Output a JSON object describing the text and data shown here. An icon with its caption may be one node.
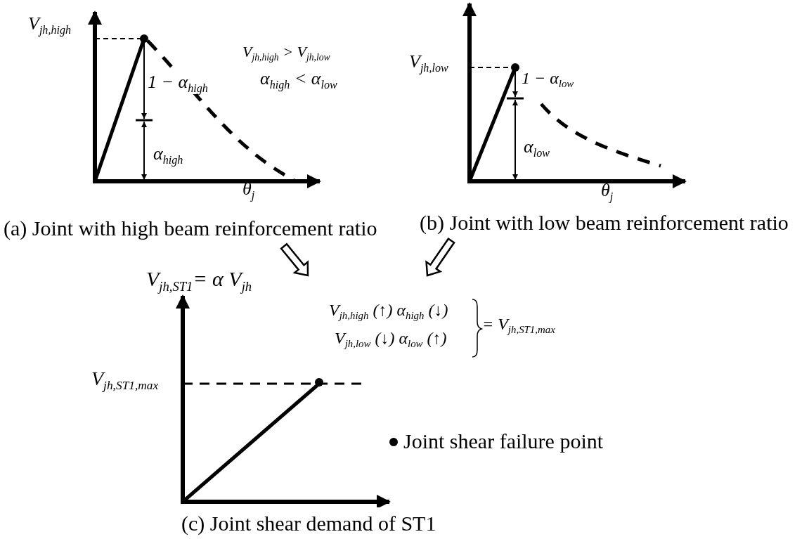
{
  "diagram": {
    "nodes": [
      {
        "text": [
          "(a) Joint with high beam reinforcement ratio"
        ]
      },
      {
        "text": [
          "(b) Joint with low beam reinforcement ratio"
        ]
      },
      {
        "text": [],
        "shape": "picture",
        "beside": [
          "(c) Joint shear demand of ST1"
        ]
      }
    ],
    "edges": [
      {
        "from": 0,
        "to": 2,
        "arrow": "to"
      },
      {
        "from": 1,
        "to": 2,
        "arrow": "to"
      }
    ],
    "labels": [
      "V$_{jh,high}$",
      "V$_{jh,high}$ > V$_{jh,low}$",
      "α$_{high}$ < α$_{low}$",
      "1 − α$_{high}$",
      "α$_{high}$",
      "θ$_{j}$",
      "V$_{jh,low}$",
      "1 − α$_{low}$",
      "α$_{low}$",
      "θ$_{j}$",
      "V$_{jh,ST1}$= α V$_{jh}$",
      "V$_{jh,high}$ (↑) α$_{high}$ (↓)",
      "V$_{jh,low}$ (↓) α$_{low}$ (↑)",
      "= V$_{jh,ST1,max}$",
      "V$_{jh,ST1,max}$"
    ],
    "legend": [
      {
        "text": "Joint shear failure point"
      }
    ]
  }
}
